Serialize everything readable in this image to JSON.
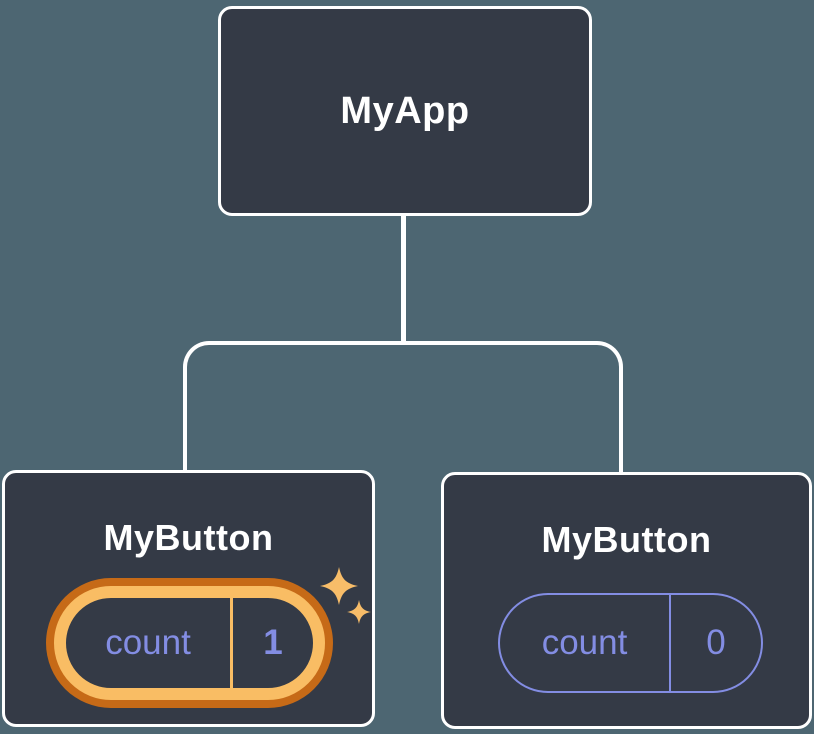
{
  "diagram": {
    "root_node": {
      "label": "MyApp"
    },
    "children": [
      {
        "label": "MyButton",
        "state_key": "count",
        "state_value": "1",
        "highlighted": true
      },
      {
        "label": "MyButton",
        "state_key": "count",
        "state_value": "0",
        "highlighted": false
      }
    ]
  },
  "icons": {
    "sparkle": "sparkle-icon"
  },
  "colors": {
    "background": "#4D6672",
    "node_fill": "#343A46",
    "node_border": "#FFFFFF",
    "label_text": "#FFFFFF",
    "state_text": "#838DE3",
    "state_border": "#838DE3",
    "highlight_inner": "#F9BD64",
    "highlight_outer": "#C66A17",
    "sparkle": "#F8BD69"
  }
}
